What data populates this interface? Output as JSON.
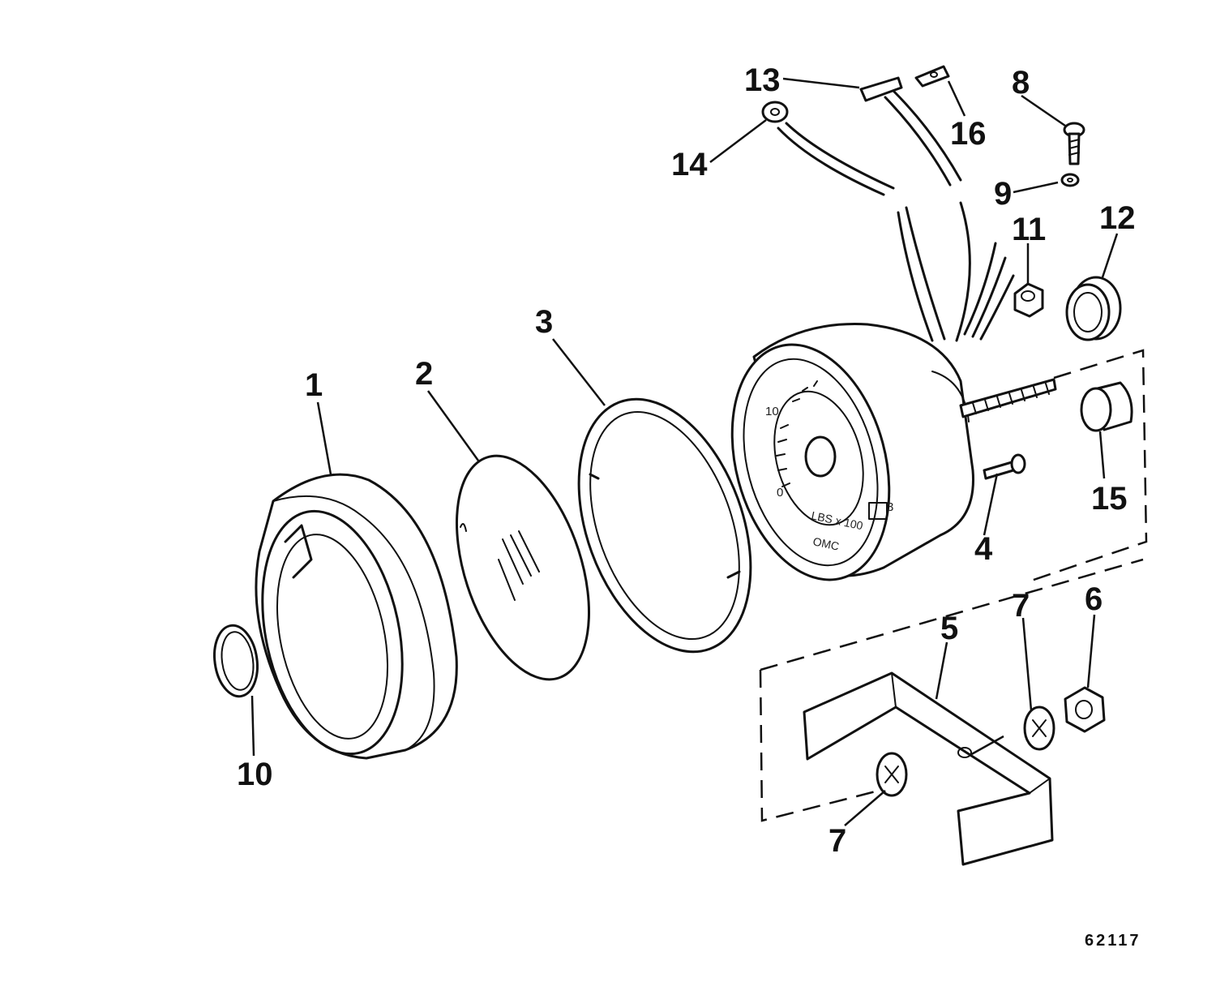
{
  "figure_number": "62117",
  "dial": {
    "tick_0": "0",
    "tick_10": "10",
    "tick_3": "3",
    "scale_text": "LBS x 100",
    "brand": "OMC"
  },
  "callouts": {
    "c1": "1",
    "c2": "2",
    "c3": "3",
    "c4": "4",
    "c5": "5",
    "c6": "6",
    "c7a": "7",
    "c7b": "7",
    "c8": "8",
    "c9": "9",
    "c10": "10",
    "c11": "11",
    "c12": "12",
    "c13": "13",
    "c14": "14",
    "c15": "15",
    "c16": "16"
  }
}
